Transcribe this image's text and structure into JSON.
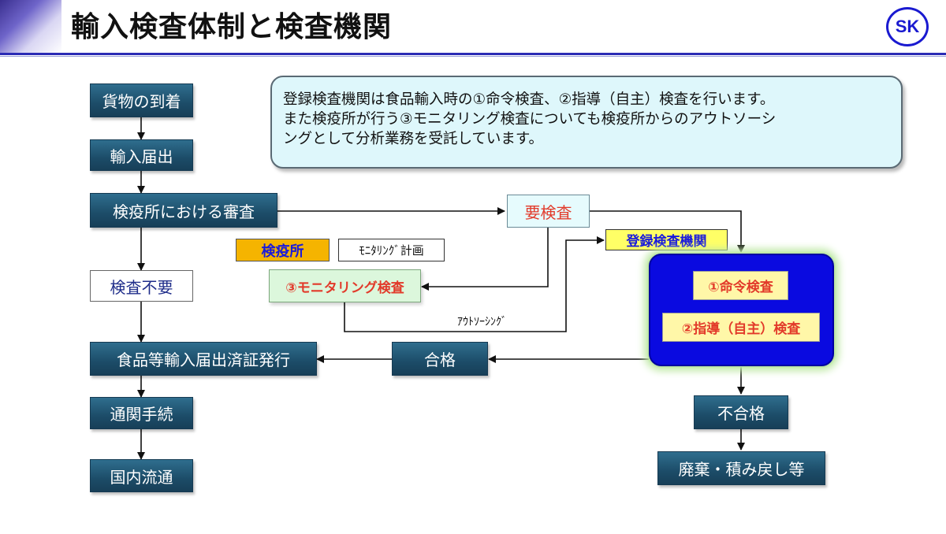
{
  "header": {
    "title": "輸入検査体制と検査機関",
    "logo_text": "SK"
  },
  "flow": {
    "arrival": "貨物の到着",
    "import_notice": "輸入届出",
    "quarantine_review": "検疫所における審査",
    "no_inspection": "検査不要",
    "certificate": "食品等輸入届出済証発行",
    "customs": "通関手続",
    "distribution": "国内流通",
    "inspection_required": "要検査",
    "quarantine_station": "検疫所",
    "monitoring_plan": "ﾓﾆﾀﾘﾝｸﾞ計画",
    "monitoring_inspection": "③モニタリング検査",
    "outsourcing": "ｱｳﾄｿｰｼﾝｸﾞ",
    "registered_agency": "登録検査機関",
    "order_inspection": "①命令検査",
    "guidance_inspection": "②指導（自主）検査",
    "pass": "合格",
    "fail": "不合格",
    "disposal": "廃棄・積み戻し等"
  },
  "callout": {
    "lines": [
      "登録検査機関は食品輸入時の①命令検査、②指導（自主）検査を行います。",
      "また検疫所が行う③モニタリング検査についても検疫所からのアウトソーシ",
      "ングとして分析業務を受託しています。"
    ]
  },
  "colors": {
    "dark_box": "#1c4c68",
    "header_rule": "#2b2bb5",
    "agency_blue": "#0a0ae0",
    "red_text": "#e23a2a",
    "blue_text": "#1a1adc"
  }
}
